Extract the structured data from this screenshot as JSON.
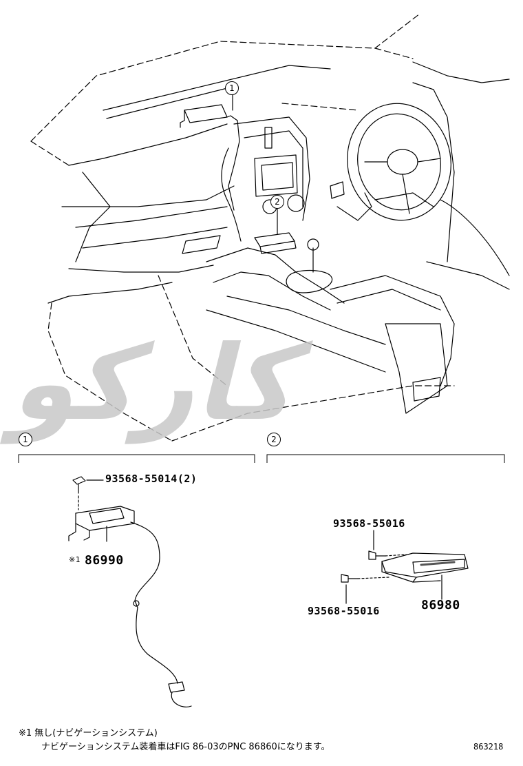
{
  "watermark": "کارکو",
  "callouts": {
    "c1": "1",
    "c2": "2"
  },
  "sections": {
    "left_index": "1",
    "right_index": "2"
  },
  "parts": {
    "screw_left": "93568-55014(2)",
    "part_86990_prefix": "※1",
    "part_86990": "86990",
    "screw_right_top": "93568-55016",
    "screw_right_bottom": "93568-55016",
    "part_86980": "86980"
  },
  "footnote": {
    "line1": "※1 無し(ナビゲーションシステム)",
    "line2": "ナビゲーションシステム装着車はFIG 86-03のPNC 86860になります。"
  },
  "figure_number": "863218"
}
